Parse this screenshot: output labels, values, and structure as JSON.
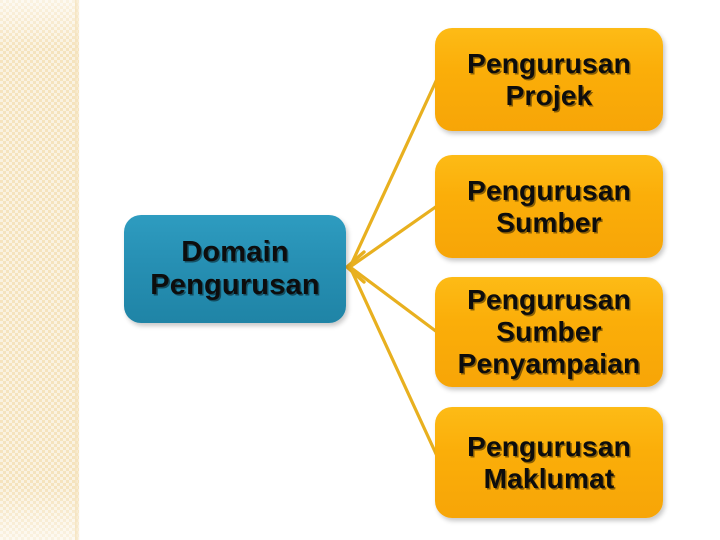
{
  "slide": {
    "background_color": "#ffffff",
    "side_band_color": "#f5e3bd",
    "connector_color": "#e8b01f",
    "root_color": "#2790b4",
    "branch_color": "#fbae09"
  },
  "diagram": {
    "type": "radial-hierarchy",
    "root": {
      "id": "root",
      "label": "Domain\nPengurusan",
      "color": "#2790b4"
    },
    "branches": [
      {
        "id": "branch-1",
        "label": "Pengurusan\nProjek",
        "color": "#fbae09"
      },
      {
        "id": "branch-2",
        "label": "Pengurusan\nSumber",
        "color": "#fbae09"
      },
      {
        "id": "branch-3",
        "label": "Pengurusan\nSumber\nPenyampaian",
        "color": "#fbae09"
      },
      {
        "id": "branch-4",
        "label": "Pengurusan\nMaklumat",
        "color": "#fbae09"
      }
    ]
  }
}
